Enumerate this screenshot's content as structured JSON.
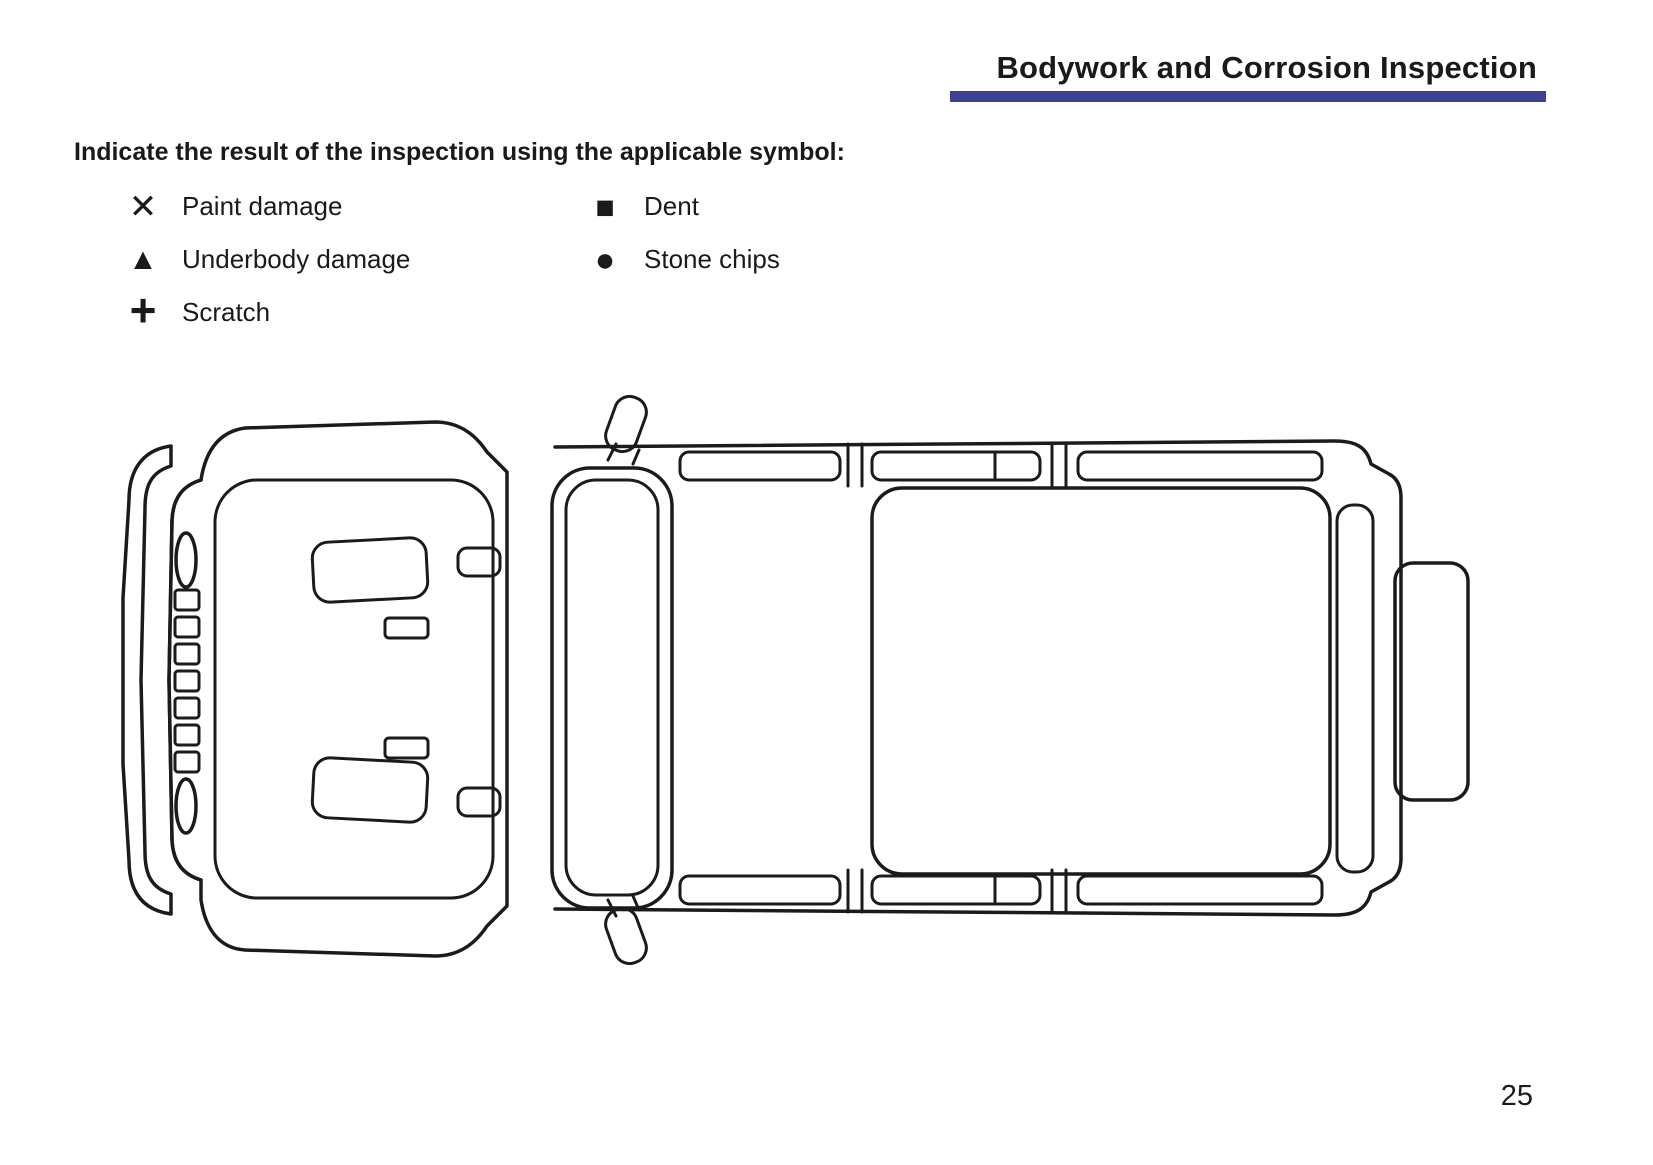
{
  "page": {
    "title": "Bodywork and Corrosion Inspection",
    "instruction": "Indicate the result of the inspection using the applicable symbol:",
    "page_number": "25",
    "accent_bar_color": "#3c4193",
    "text_color": "#1a1a1a",
    "background_color": "#ffffff"
  },
  "legend": {
    "column1": [
      {
        "icon": "x-mark-icon",
        "glyph": "✕",
        "label": "Paint damage"
      },
      {
        "icon": "filled-triangle-icon",
        "glyph": "▲",
        "label": "Underbody damage"
      },
      {
        "icon": "plus-icon",
        "glyph": "+",
        "label": "Scratch"
      }
    ],
    "column2": [
      {
        "icon": "filled-square-icon",
        "glyph": "■",
        "label": "Dent"
      },
      {
        "icon": "filled-circle-icon",
        "glyph": "●",
        "label": "Stone chips"
      }
    ]
  }
}
